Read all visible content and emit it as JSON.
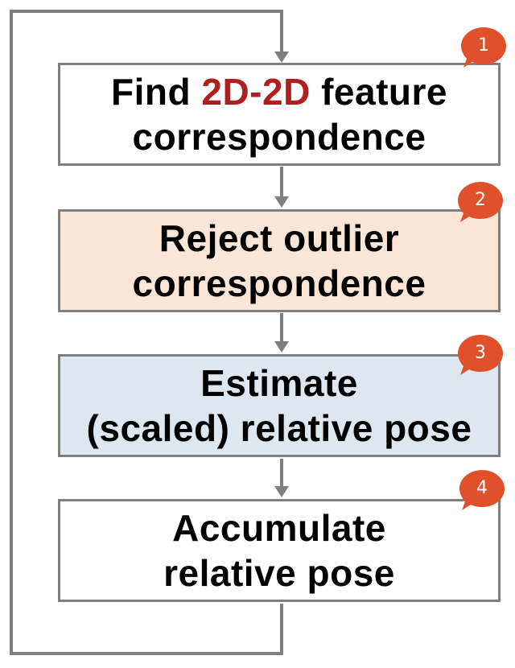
{
  "steps": [
    {
      "line1_pre": "Find ",
      "line1_accent": "2D-2D",
      "line1_post": " feature",
      "line2": "correspondence",
      "badge": "1",
      "fill": "#ffffff"
    },
    {
      "line1": "Reject outlier",
      "line2": "correspondence",
      "badge": "2",
      "fill": "#fbe5d6"
    },
    {
      "line1": "Estimate",
      "line2": "(scaled) relative pose",
      "badge": "3",
      "fill": "#dee6f0"
    },
    {
      "line1": "Accumulate",
      "line2": "relative pose",
      "badge": "4",
      "fill": "#ffffff"
    }
  ],
  "colors": {
    "connector": "#7f7f7f",
    "badge": "#e0502a",
    "accent": "#b01f1f"
  }
}
